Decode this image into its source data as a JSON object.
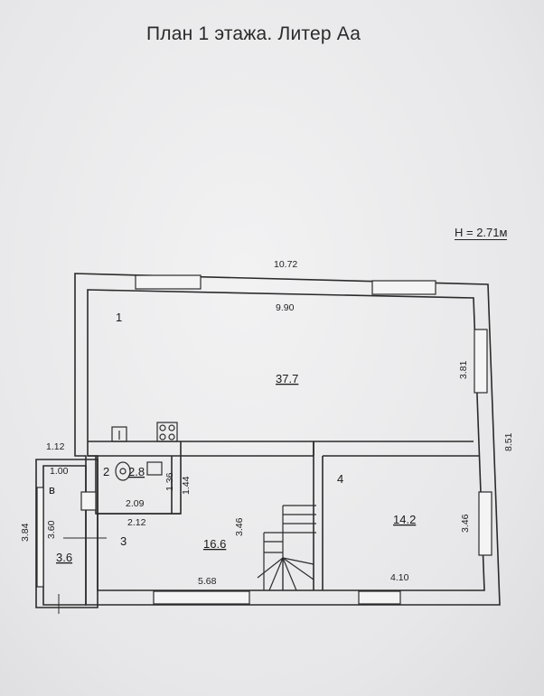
{
  "title": "План 1 этажа. Литер Аа",
  "ceiling_height": "H = 2.71м",
  "rooms": [
    {
      "number": "1",
      "area": "37.7"
    },
    {
      "number": "2",
      "area": "2.8"
    },
    {
      "number": "3",
      "area": "16.6"
    },
    {
      "number": "4",
      "area": "14.2"
    },
    {
      "number": "в",
      "area": "3.6"
    }
  ],
  "dimensions": {
    "overall_width": "10.72",
    "room1_width": "9.90",
    "room1_depth": "3.81",
    "overall_depth": "8.51",
    "veranda_width_outer": "1.12",
    "veranda_width_inner": "1.00",
    "veranda_depth_outer": "3.84",
    "veranda_depth_inner": "3.60",
    "room2_width": "2.09",
    "room2_depth": "1.36",
    "room2_depth_outer": "1.44",
    "room3_width_top": "2.12",
    "room3_width_bottom": "5.68",
    "room3_depth": "3.46",
    "room4_width": "4.10",
    "room4_depth": "3.46",
    "room3_sub": "3"
  }
}
